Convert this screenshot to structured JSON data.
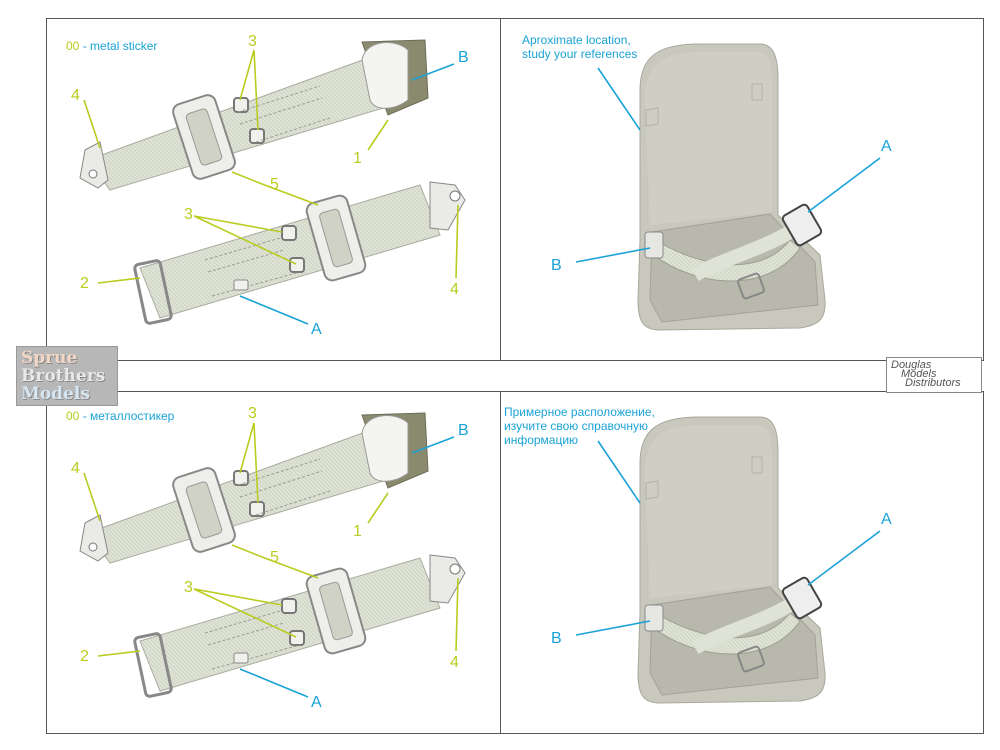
{
  "top_left": {
    "note_code": "00",
    "note_text": "- metal sticker",
    "labels": {
      "3": "3",
      "B": "B",
      "4": "4",
      "1": "1",
      "5": "5",
      "3b": "3",
      "2": "2",
      "4b": "4",
      "A": "A"
    }
  },
  "top_right": {
    "location_line1": "Aproximate location,",
    "location_line2": "study your references",
    "label_A": "A",
    "label_B": "B"
  },
  "bottom_left": {
    "note_code": "00",
    "note_text": "- металлостикер",
    "labels": {
      "3": "3",
      "B": "B",
      "4": "4",
      "1": "1",
      "5": "5",
      "3b": "3",
      "2": "2",
      "4b": "4",
      "A": "A"
    }
  },
  "bottom_right": {
    "location_line1": "Примерное расположение,",
    "location_line2": "изучите свою справочную",
    "location_line3": "информацию",
    "label_A": "A",
    "label_B": "B"
  },
  "logos": {
    "sprue_line1": "Sprue",
    "sprue_line2": "Brothers",
    "sprue_line3": "Models",
    "dmd_line1": "Douglas",
    "dmd_line2": "Models",
    "dmd_line3": "Distributors"
  },
  "colors": {
    "yellow_label": "#b9cc1f",
    "blue_label": "#1aa3d6",
    "belt": "#dfe3d6",
    "seat": "#c9c8bd"
  }
}
